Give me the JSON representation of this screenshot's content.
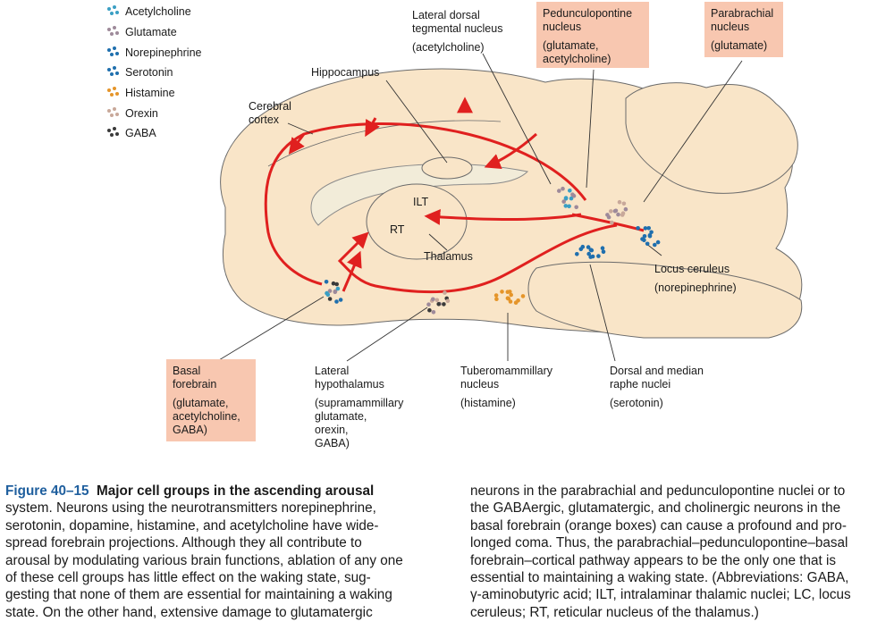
{
  "legend": [
    {
      "name": "Acetylcholine",
      "color": "#3a9fc4"
    },
    {
      "name": "Glutamate",
      "color": "#9e8a9a"
    },
    {
      "name": "Norepinephrine",
      "color": "#1f6fae"
    },
    {
      "name": "Serotonin",
      "color": "#1f6fae"
    },
    {
      "name": "Histamine",
      "color": "#e5952a"
    },
    {
      "name": "Orexin",
      "color": "#c8a89a"
    },
    {
      "name": "GABA",
      "color": "#3a3a3a"
    }
  ],
  "colors": {
    "brain": "#f9e5c8",
    "outline": "#6b6b6b",
    "pathway": "#e0201f",
    "box": "#f8c7b0"
  },
  "labels": {
    "hippocampus": "Hippocampus",
    "cortex": [
      "Cerebral",
      "cortex"
    ],
    "ilt": "ILT",
    "rt": "RT",
    "thalamus": "Thalamus",
    "ldt": [
      "Lateral dorsal",
      "tegmental nucleus"
    ],
    "ldt_sub": "(acetylcholine)",
    "lc": "Locus ceruleus",
    "lc_sub": "(norepinephrine)",
    "lh": [
      "Lateral",
      "hypothalamus"
    ],
    "lh_sub": [
      "(supramammillary",
      "glutamate,",
      "orexin,",
      "GABA)"
    ],
    "tmn": [
      "Tuberomammillary",
      "nucleus"
    ],
    "tmn_sub": "(histamine)",
    "raphe": [
      "Dorsal and median",
      "raphe nuclei"
    ],
    "raphe_sub": "(serotonin)"
  },
  "boxes": {
    "ppn": {
      "title": [
        "Pedunculopontine",
        "nucleus"
      ],
      "sub": [
        "(glutamate,",
        "acetylcholine)"
      ]
    },
    "pb": {
      "title": [
        "Parabrachial",
        "nucleus"
      ],
      "sub": [
        "(glutamate)"
      ]
    },
    "bf": {
      "title": [
        "Basal",
        "forebrain"
      ],
      "sub": [
        "(glutamate,",
        "acetylcholine,",
        "GABA)"
      ]
    }
  },
  "caption": {
    "fig_label": "Figure 40–15",
    "fig_title": "Major cell groups in the ascending arousal",
    "left_rest": [
      "system. Neurons using the neurotransmitters norepinephrine,",
      "serotonin, dopamine, histamine, and acetylcholine have wide-",
      "spread forebrain projections. Although they all contribute to",
      "arousal by modulating various brain functions, ablation of any one",
      "of these cell groups has little effect on the waking state, sug-",
      "gesting that none of them are essential for maintaining a waking",
      "state. On the other hand, extensive damage to glutamatergic"
    ],
    "right_lines": [
      "neurons in the parabrachial and pedunculopontine nuclei or to",
      "the GABAergic, glutamatergic, and cholinergic neurons in the",
      "basal forebrain (orange boxes) can cause a profound and pro-",
      "longed coma. Thus, the parabrachial–pedunculopontine–basal",
      "forebrain–cortical pathway appears to be the only one that is",
      "essential to maintaining a waking state. (Abbreviations: GABA,",
      "γ-aminobutyric acid; ILT, intralaminar thalamic nuclei; LC, locus",
      "ceruleus; RT, reticular nucleus of the thalamus.)"
    ]
  }
}
